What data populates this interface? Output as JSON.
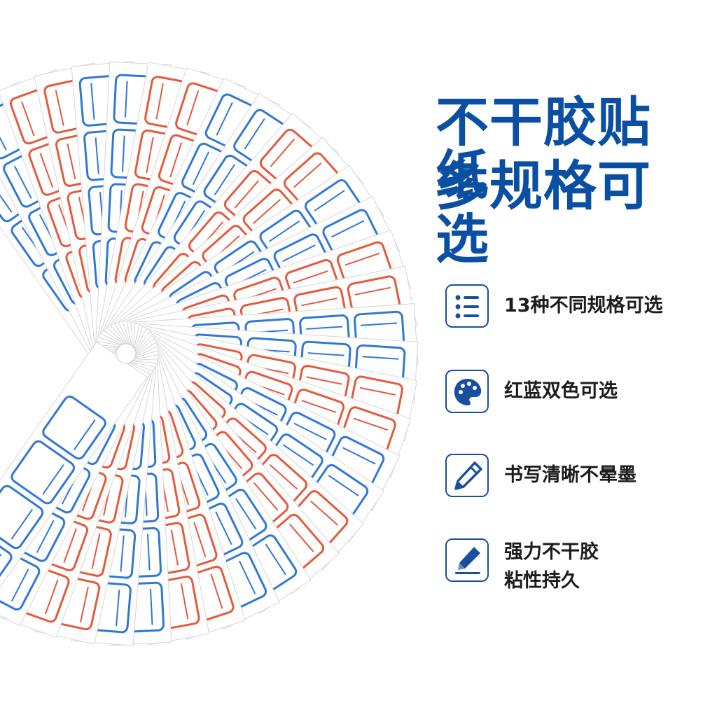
{
  "headline": {
    "line1": "不干胶贴纸",
    "line2": "多规格可选"
  },
  "colors": {
    "brand_blue": "#0b4fa3",
    "sticker_red": "#e55a3c",
    "sticker_blue": "#2f78d6"
  },
  "features": [
    {
      "icon": "list-icon",
      "text": "13种不同规格可选"
    },
    {
      "icon": "palette-icon",
      "text": "红蓝双色可选"
    },
    {
      "icon": "pencil-icon",
      "text": "书写清晰不晕墨"
    },
    {
      "icon": "pen-underline-icon",
      "line1": "强力不干胶",
      "line2": "粘性持久"
    }
  ]
}
